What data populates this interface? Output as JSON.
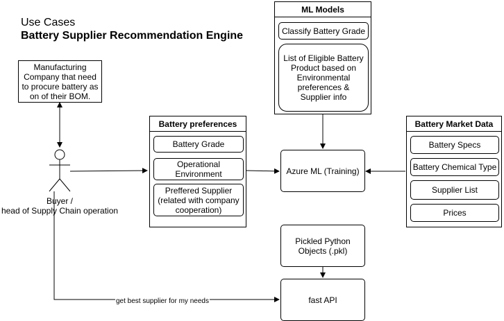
{
  "heading": {
    "line1": "Use Cases",
    "line2": "Battery Supplier Recommendation Engine"
  },
  "manufacturer": {
    "text": "Manufacturing Company that need to procure battery as on of their BOM."
  },
  "actor": {
    "label_line1": "Buyer /",
    "label_line2": "head of Supply Chain operation"
  },
  "battery_preferences": {
    "title": "Battery preferences",
    "items": [
      "Battery Grade",
      "Operational Environment",
      "Preffered Supplier (related with company cooperation)"
    ]
  },
  "ml_models": {
    "title": "ML Models",
    "items": [
      "Classify Battery Grade",
      "List of Eligible Battery Product based on Environmental preferences & Supplier info"
    ]
  },
  "azure_ml": {
    "label": "Azure ML (Training)"
  },
  "pickle": {
    "label": "Pickled Python Objects (.pkl)"
  },
  "fastapi": {
    "label": "fast API"
  },
  "market_data": {
    "title": "Battery Market Data",
    "items": [
      "Battery Specs",
      "Battery Chemical Type",
      "Supplier List",
      "Prices"
    ]
  },
  "edge_label": "get best supplier for my needs"
}
